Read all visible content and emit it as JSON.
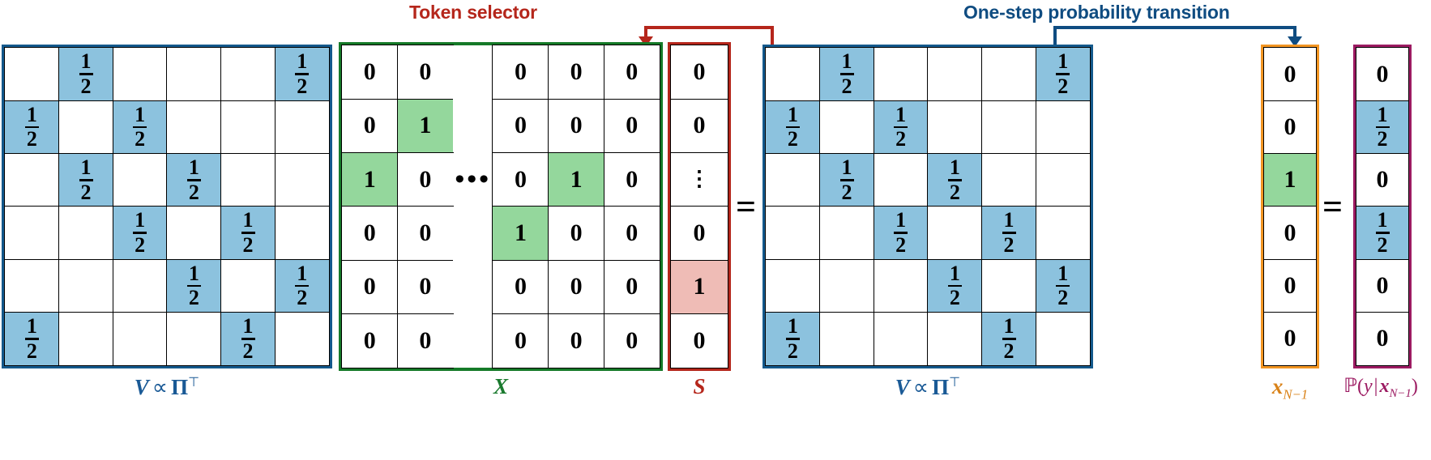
{
  "annotations": {
    "token_selector": {
      "label": "Token selector",
      "color": "#b5261b"
    },
    "one_step": {
      "label": "One-step probability transition",
      "color": "#0f4c81"
    }
  },
  "colors": {
    "blue_cell": "#8cc2de",
    "green_cell": "#94d79c",
    "pink_cell": "#efbcb6",
    "v_border": "#0f4c81",
    "x_border": "#157a28",
    "s_border": "#b5261b",
    "xn_border": "#f29522",
    "p_border": "#9c1b62"
  },
  "operators": {
    "equals_mid": "=",
    "equals_right": "=",
    "ellipsis_h": "•••",
    "ellipsis_v": "⋮"
  },
  "matrix_v1": {
    "caption_main": "V",
    "caption_prop": "∝",
    "caption_pi": "Π",
    "caption_sup": "⊤",
    "rows": [
      [
        {
          "t": "",
          "s": "blank"
        },
        {
          "t": "1/2",
          "s": "blue"
        },
        {
          "t": "",
          "s": "blank"
        },
        {
          "t": "",
          "s": "blank"
        },
        {
          "t": "",
          "s": "blank"
        },
        {
          "t": "1/2",
          "s": "blue"
        }
      ],
      [
        {
          "t": "1/2",
          "s": "blue"
        },
        {
          "t": "",
          "s": "blank"
        },
        {
          "t": "1/2",
          "s": "blue"
        },
        {
          "t": "",
          "s": "blank"
        },
        {
          "t": "",
          "s": "blank"
        },
        {
          "t": "",
          "s": "blank"
        }
      ],
      [
        {
          "t": "",
          "s": "blank"
        },
        {
          "t": "1/2",
          "s": "blue"
        },
        {
          "t": "",
          "s": "blank"
        },
        {
          "t": "1/2",
          "s": "blue"
        },
        {
          "t": "",
          "s": "blank"
        },
        {
          "t": "",
          "s": "blank"
        }
      ],
      [
        {
          "t": "",
          "s": "blank"
        },
        {
          "t": "",
          "s": "blank"
        },
        {
          "t": "1/2",
          "s": "blue"
        },
        {
          "t": "",
          "s": "blank"
        },
        {
          "t": "1/2",
          "s": "blue"
        },
        {
          "t": "",
          "s": "blank"
        }
      ],
      [
        {
          "t": "",
          "s": "blank"
        },
        {
          "t": "",
          "s": "blank"
        },
        {
          "t": "",
          "s": "blank"
        },
        {
          "t": "1/2",
          "s": "blue"
        },
        {
          "t": "",
          "s": "blank"
        },
        {
          "t": "1/2",
          "s": "blue"
        }
      ],
      [
        {
          "t": "1/2",
          "s": "blue"
        },
        {
          "t": "",
          "s": "blank"
        },
        {
          "t": "",
          "s": "blank"
        },
        {
          "t": "",
          "s": "blank"
        },
        {
          "t": "1/2",
          "s": "blue"
        },
        {
          "t": "",
          "s": "blank"
        }
      ]
    ]
  },
  "matrix_x": {
    "caption_main": "X",
    "rows": [
      [
        {
          "t": "0",
          "s": "plain"
        },
        {
          "t": "0",
          "s": "plain"
        },
        {
          "t": "",
          "s": "gap"
        },
        {
          "t": "0",
          "s": "plain"
        },
        {
          "t": "0",
          "s": "plain"
        },
        {
          "t": "0",
          "s": "plain"
        }
      ],
      [
        {
          "t": "0",
          "s": "plain"
        },
        {
          "t": "1",
          "s": "green"
        },
        {
          "t": "",
          "s": "gap"
        },
        {
          "t": "0",
          "s": "plain"
        },
        {
          "t": "0",
          "s": "plain"
        },
        {
          "t": "0",
          "s": "plain"
        }
      ],
      [
        {
          "t": "1",
          "s": "green"
        },
        {
          "t": "0",
          "s": "plain"
        },
        {
          "t": "dots",
          "s": "gap"
        },
        {
          "t": "0",
          "s": "plain"
        },
        {
          "t": "1",
          "s": "green"
        },
        {
          "t": "0",
          "s": "plain"
        }
      ],
      [
        {
          "t": "0",
          "s": "plain"
        },
        {
          "t": "0",
          "s": "plain"
        },
        {
          "t": "",
          "s": "gap"
        },
        {
          "t": "1",
          "s": "green"
        },
        {
          "t": "0",
          "s": "plain"
        },
        {
          "t": "0",
          "s": "plain"
        }
      ],
      [
        {
          "t": "0",
          "s": "plain"
        },
        {
          "t": "0",
          "s": "plain"
        },
        {
          "t": "",
          "s": "gap"
        },
        {
          "t": "0",
          "s": "plain"
        },
        {
          "t": "0",
          "s": "plain"
        },
        {
          "t": "0",
          "s": "plain"
        }
      ],
      [
        {
          "t": "0",
          "s": "plain"
        },
        {
          "t": "0",
          "s": "plain"
        },
        {
          "t": "",
          "s": "gap"
        },
        {
          "t": "0",
          "s": "plain"
        },
        {
          "t": "0",
          "s": "plain"
        },
        {
          "t": "0",
          "s": "plain"
        }
      ]
    ]
  },
  "vector_s": {
    "caption_main": "S",
    "cells": [
      {
        "t": "0",
        "s": "plain"
      },
      {
        "t": "0",
        "s": "plain"
      },
      {
        "t": "vdots",
        "s": "plain"
      },
      {
        "t": "0",
        "s": "plain"
      },
      {
        "t": "1",
        "s": "pink"
      },
      {
        "t": "0",
        "s": "plain"
      }
    ]
  },
  "matrix_v2": {
    "caption_main": "V",
    "caption_prop": "∝",
    "caption_pi": "Π",
    "caption_sup": "⊤",
    "rows": [
      [
        {
          "t": "",
          "s": "blank"
        },
        {
          "t": "1/2",
          "s": "blue"
        },
        {
          "t": "",
          "s": "blank"
        },
        {
          "t": "",
          "s": "blank"
        },
        {
          "t": "",
          "s": "blank"
        },
        {
          "t": "1/2",
          "s": "blue"
        }
      ],
      [
        {
          "t": "1/2",
          "s": "blue"
        },
        {
          "t": "",
          "s": "blank"
        },
        {
          "t": "1/2",
          "s": "blue"
        },
        {
          "t": "",
          "s": "blank"
        },
        {
          "t": "",
          "s": "blank"
        },
        {
          "t": "",
          "s": "blank"
        }
      ],
      [
        {
          "t": "",
          "s": "blank"
        },
        {
          "t": "1/2",
          "s": "blue"
        },
        {
          "t": "",
          "s": "blank"
        },
        {
          "t": "1/2",
          "s": "blue"
        },
        {
          "t": "",
          "s": "blank"
        },
        {
          "t": "",
          "s": "blank"
        }
      ],
      [
        {
          "t": "",
          "s": "blank"
        },
        {
          "t": "",
          "s": "blank"
        },
        {
          "t": "1/2",
          "s": "blue"
        },
        {
          "t": "",
          "s": "blank"
        },
        {
          "t": "1/2",
          "s": "blue"
        },
        {
          "t": "",
          "s": "blank"
        }
      ],
      [
        {
          "t": "",
          "s": "blank"
        },
        {
          "t": "",
          "s": "blank"
        },
        {
          "t": "",
          "s": "blank"
        },
        {
          "t": "1/2",
          "s": "blue"
        },
        {
          "t": "",
          "s": "blank"
        },
        {
          "t": "1/2",
          "s": "blue"
        }
      ],
      [
        {
          "t": "1/2",
          "s": "blue"
        },
        {
          "t": "",
          "s": "blank"
        },
        {
          "t": "",
          "s": "blank"
        },
        {
          "t": "",
          "s": "blank"
        },
        {
          "t": "1/2",
          "s": "blue"
        },
        {
          "t": "",
          "s": "blank"
        }
      ]
    ]
  },
  "vector_xn": {
    "caption_main": "x",
    "caption_sub": "N−1",
    "cells": [
      {
        "t": "0",
        "s": "plain"
      },
      {
        "t": "0",
        "s": "plain"
      },
      {
        "t": "1",
        "s": "green"
      },
      {
        "t": "0",
        "s": "plain"
      },
      {
        "t": "0",
        "s": "plain"
      },
      {
        "t": "0",
        "s": "plain"
      }
    ]
  },
  "vector_p": {
    "caption_prefix": "ℙ(",
    "caption_y": "y",
    "caption_bar": "|",
    "caption_x": "x",
    "caption_sub": "N−1",
    "caption_suffix": ")",
    "cells": [
      {
        "t": "0",
        "s": "plain"
      },
      {
        "t": "1/2",
        "s": "blue"
      },
      {
        "t": "0",
        "s": "plain"
      },
      {
        "t": "1/2",
        "s": "blue"
      },
      {
        "t": "0",
        "s": "plain"
      },
      {
        "t": "0",
        "s": "plain"
      }
    ]
  }
}
